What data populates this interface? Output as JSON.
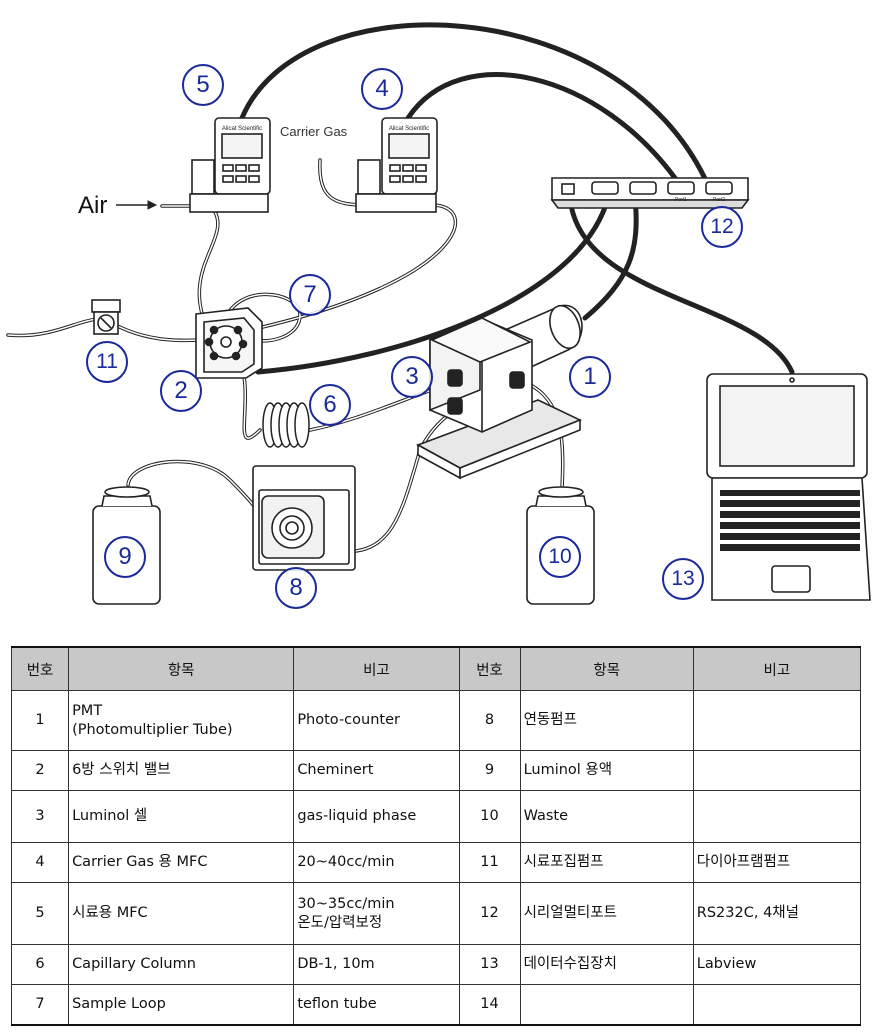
{
  "diagram": {
    "text_labels": {
      "air": "Air",
      "carrier_gas": "Carrier Gas"
    },
    "numbers": [
      "1",
      "2",
      "3",
      "4",
      "5",
      "6",
      "7",
      "8",
      "9",
      "10",
      "11",
      "12",
      "13"
    ],
    "device_logo": "Alicat Scientific",
    "port_labels": [
      "Port1",
      "Port2"
    ]
  },
  "table": {
    "headers": [
      "번호",
      "항목",
      "비고",
      "번호",
      "항목",
      "비고"
    ],
    "rows": [
      {
        "n1": "1",
        "item1": "PMT\n(Photomultiplier Tube)",
        "note1": "Photo-counter",
        "n2": "8",
        "item2": "연동펌프",
        "note2": ""
      },
      {
        "n1": "2",
        "item1": "6방 스위치 밸브",
        "note1": "Cheminert",
        "n2": "9",
        "item2": "Luminol 용액",
        "note2": ""
      },
      {
        "n1": "3",
        "item1": "Luminol 셀",
        "note1": "gas-liquid phase",
        "n2": "10",
        "item2": "Waste",
        "note2": ""
      },
      {
        "n1": "4",
        "item1": "Carrier Gas 용 MFC",
        "note1": "20~40cc/min",
        "n2": "11",
        "item2": "시료포집펌프",
        "note2": "다이아프램펌프"
      },
      {
        "n1": "5",
        "item1": "시료용 MFC",
        "note1": "30~35cc/min\n온도/압력보정",
        "n2": "12",
        "item2": "시리얼멀티포트",
        "note2": "RS232C, 4채널"
      },
      {
        "n1": "6",
        "item1": "Capillary Column",
        "note1": "DB-1, 10m",
        "n2": "13",
        "item2": "데이터수집장치",
        "note2": "Labview"
      },
      {
        "n1": "7",
        "item1": "Sample Loop",
        "note1": "teflon tube",
        "n2": "14",
        "item2": "",
        "note2": ""
      }
    ]
  }
}
